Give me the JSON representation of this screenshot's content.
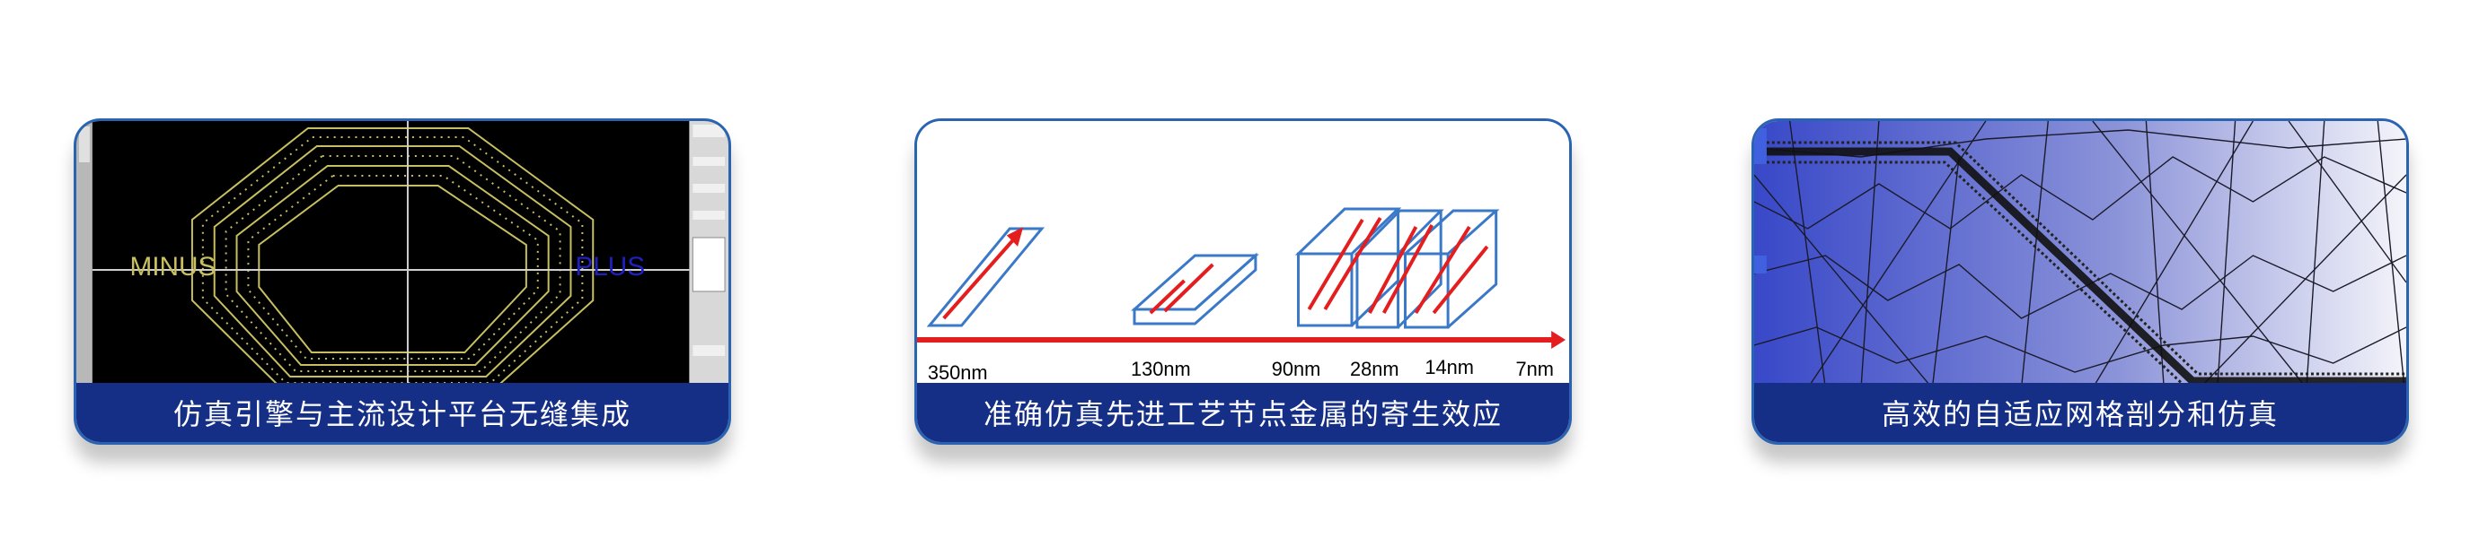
{
  "cards": [
    {
      "caption": "仿真引擎与主流设计平台无缝集成",
      "image": {
        "left_label": "MINUS",
        "right_label": "PLUS"
      }
    },
    {
      "caption": "准确仿真先进工艺节点金属的寄生效应",
      "image": {
        "nodes": [
          "350nm",
          "130nm",
          "90nm",
          "28nm",
          "14nm",
          "7nm"
        ]
      }
    },
    {
      "caption": "高效的自适应网格剖分和仿真",
      "image": {}
    }
  ],
  "colors": {
    "border": "#2a64b0",
    "caption_bg": "#152e86",
    "caption_text": "#ffffff",
    "arrow": "#e41e1e",
    "shape": "#3a78c8",
    "coil": "#c8c060"
  },
  "icons": [
    "octagonal-coil-layout",
    "metal-line-shapes",
    "adaptive-mesh"
  ]
}
